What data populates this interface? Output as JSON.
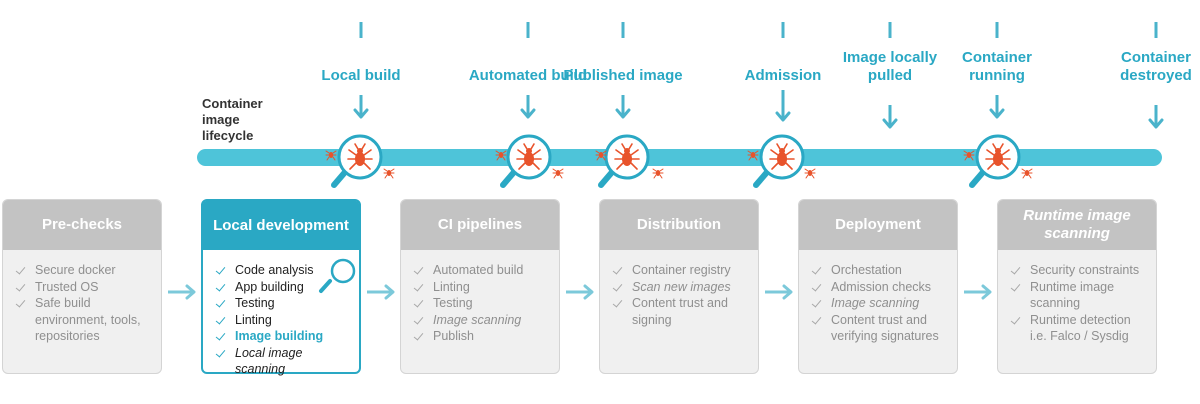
{
  "lifecycle_label": "Container image lifecycle",
  "phases": [
    {
      "label": "Local build"
    },
    {
      "label": "Automated build"
    },
    {
      "label": "Published image"
    },
    {
      "label": "Admission"
    },
    {
      "label": "Image locally pulled"
    },
    {
      "label": "Container running"
    },
    {
      "label": "Container destroyed"
    }
  ],
  "stages": [
    {
      "title": "Pre-checks",
      "items": [
        "Secure docker",
        "Trusted OS",
        "Safe build environment, tools, repositories"
      ]
    },
    {
      "title": "Local development",
      "items": [
        "Code analysis",
        "App building",
        "Testing",
        "Linting",
        "Image building",
        "Local image scanning"
      ]
    },
    {
      "title": "CI pipelines",
      "items": [
        "Automated build",
        "Linting",
        "Testing",
        "Image scanning",
        "Publish"
      ]
    },
    {
      "title": "Distribution",
      "items": [
        "Container registry",
        "Scan new images",
        "Content trust and signing"
      ]
    },
    {
      "title": "Deployment",
      "items": [
        "Orchestation",
        "Admission checks",
        "Image scanning",
        "Content trust and verifying signatures"
      ]
    },
    {
      "title": "Runtime image scanning",
      "items": [
        "Security constraints",
        "Runtime image scanning",
        "Runtime detection i.e. Falco / Sysdig"
      ]
    }
  ],
  "colors": {
    "accent": "#2aa8c4",
    "bar": "#4ec4d9",
    "bug": "#e8532b",
    "stage_head": "#c3c3c3"
  },
  "icons": [
    "arrow-down-icon",
    "magnifier-bug-icon",
    "small-bug-icon",
    "check-icon",
    "arrow-right-icon",
    "magnifier-icon"
  ]
}
